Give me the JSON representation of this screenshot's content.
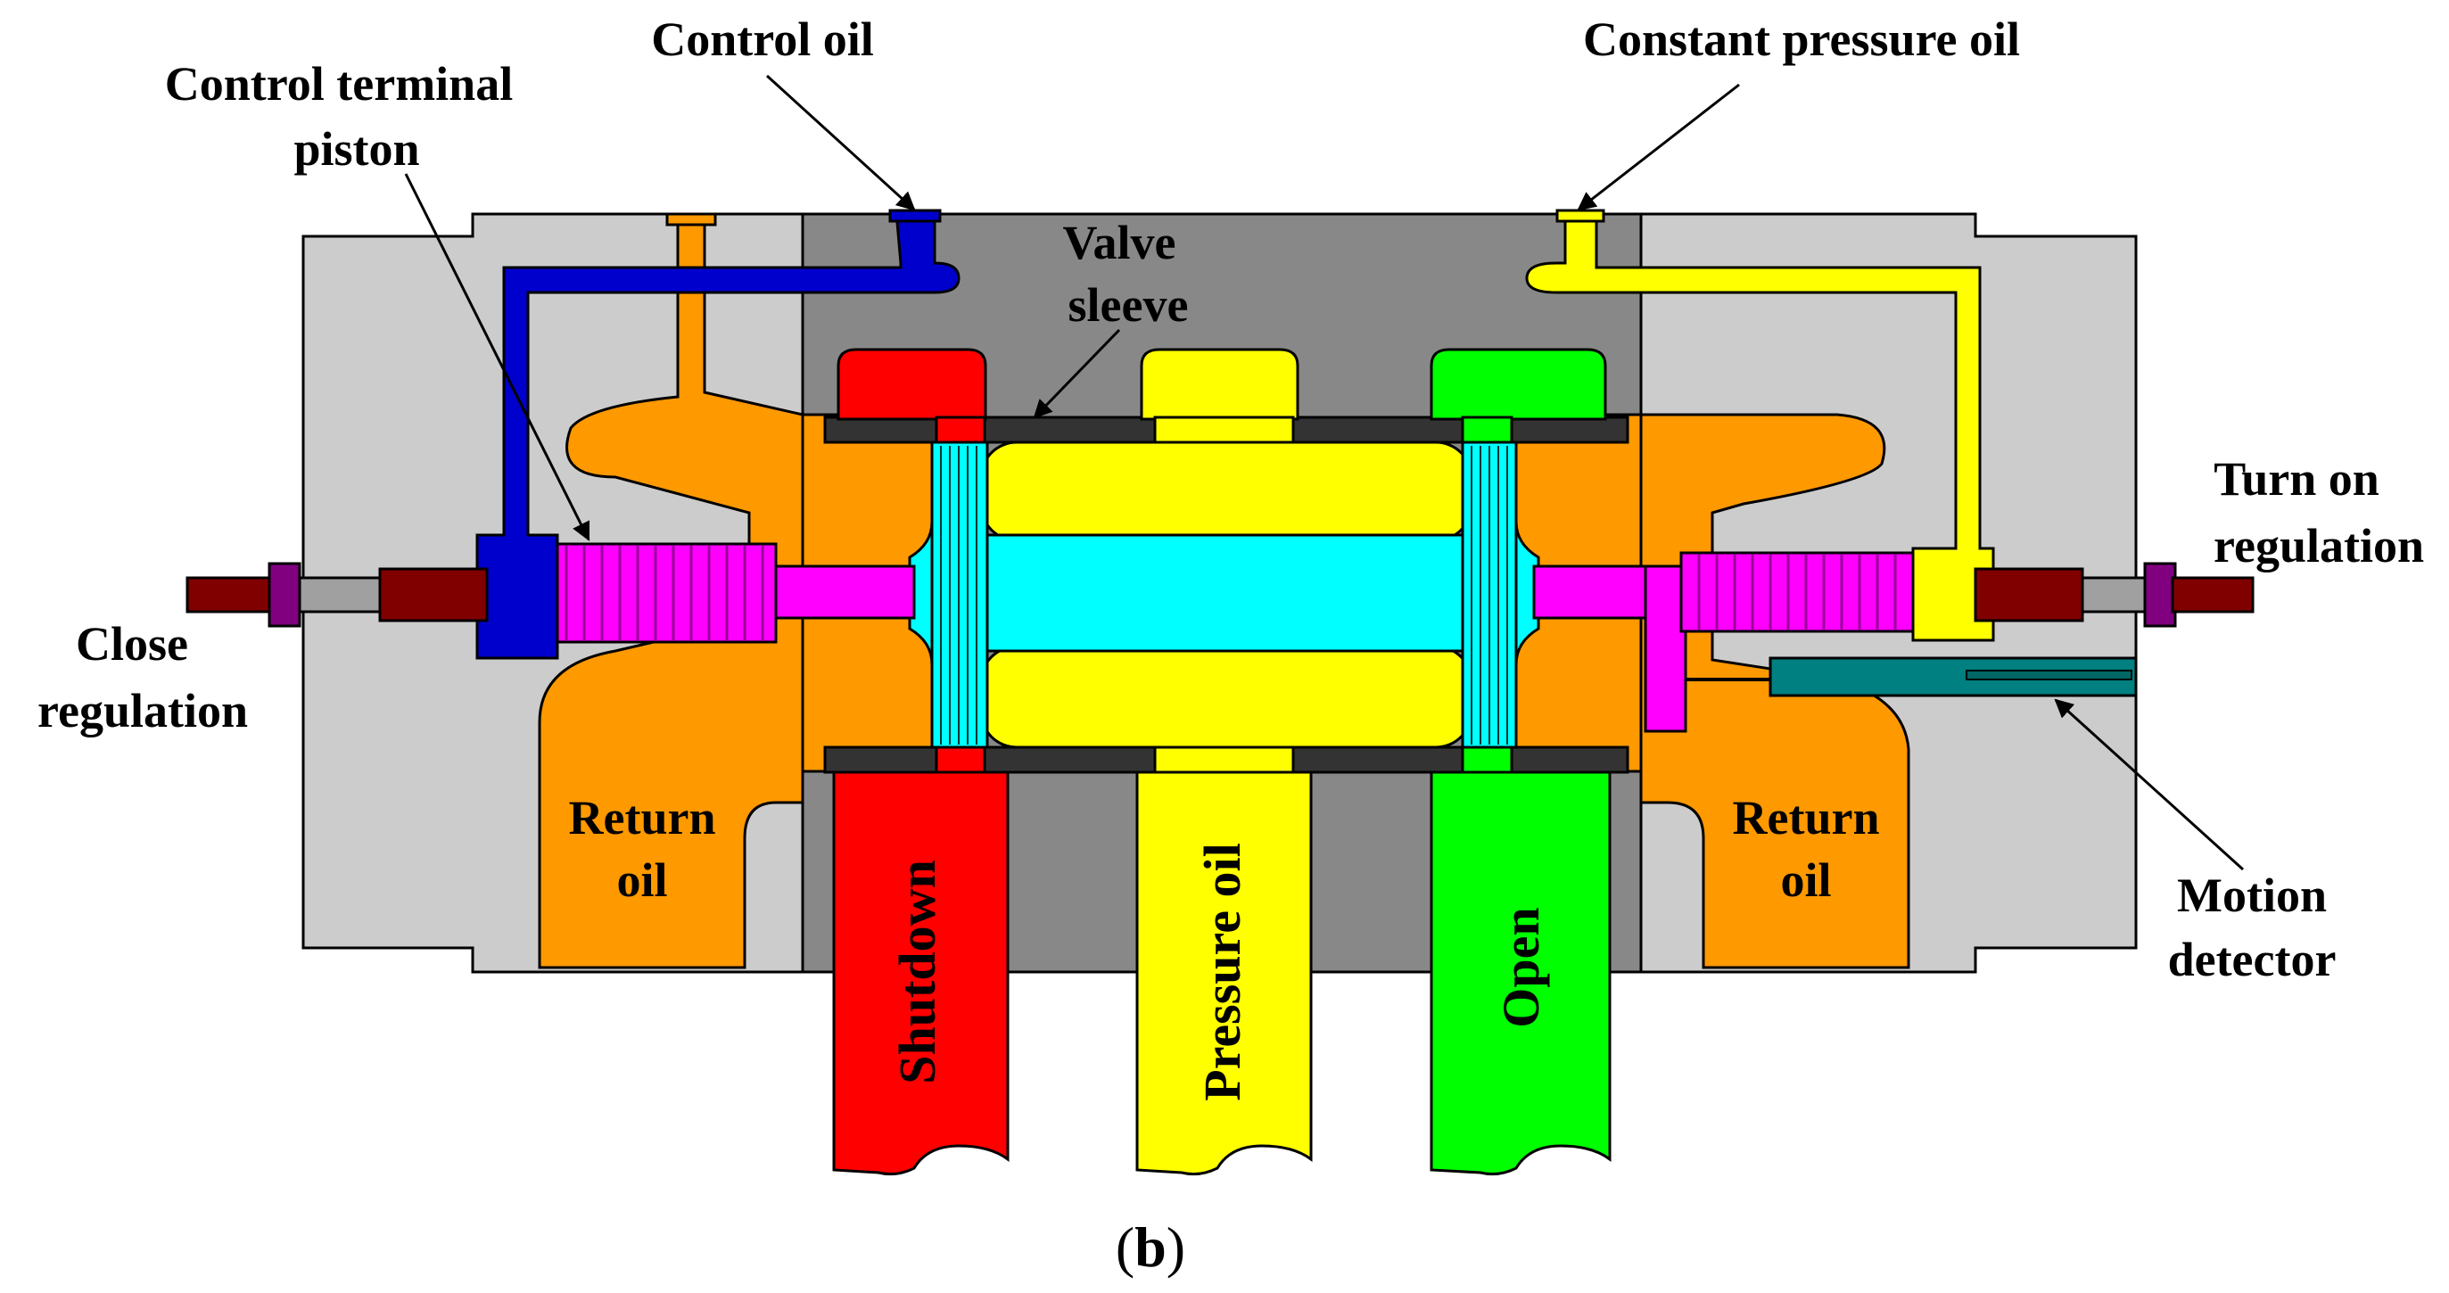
{
  "labels": {
    "control_oil": "Control oil",
    "constant_pressure_oil": "Constant pressure oil",
    "control_terminal_piston_1": "Control terminal",
    "control_terminal_piston_2": "piston",
    "valve_sleeve_1": "Valve",
    "valve_sleeve_2": "sleeve",
    "turn_on_regulation_1": "Turn on",
    "turn_on_regulation_2": "regulation",
    "close_regulation_1": "Close",
    "close_regulation_2": "regulation",
    "return_oil_left_1": "Return",
    "return_oil_left_2": "oil",
    "return_oil_right_1": "Return",
    "return_oil_right_2": "oil",
    "motion_detector_1": "Motion",
    "motion_detector_2": "detector",
    "shutdown": "Shutdown",
    "pressure_oil": "Pressure oil",
    "open": "Open",
    "figure_b_open": "(",
    "figure_b_letter": "b",
    "figure_b_close": ")"
  },
  "colors": {
    "housing": "#cccccc",
    "center_block": "#888888",
    "orange": "#ff9900",
    "blue": "#0000cc",
    "yellow": "#ffff00",
    "red": "#ff0000",
    "green": "#00ff00",
    "magenta": "#ff00ff",
    "cyan": "#00ffff",
    "dark_red": "#800000",
    "teal": "#008080",
    "purple": "#800080",
    "sleeve_dark": "#333333"
  }
}
